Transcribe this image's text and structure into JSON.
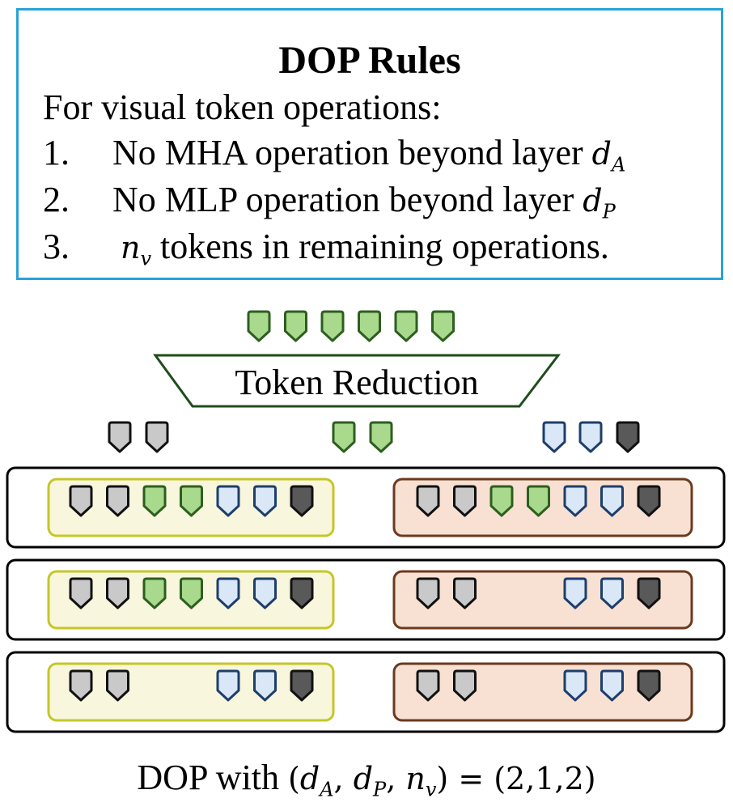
{
  "rules": {
    "title": "DOP Rules",
    "intro": "For visual token operations:",
    "items": [
      {
        "num": "1.",
        "text": "No MHA operation beyond layer ",
        "var": "d",
        "sub": "A",
        "suffix": ""
      },
      {
        "num": "2.",
        "text": "No MLP operation beyond layer ",
        "var": "d",
        "sub": "P",
        "suffix": ""
      },
      {
        "num": "3.",
        "text": "",
        "var": "n",
        "sub": "v",
        "suffix": " tokens in remaining operations."
      }
    ]
  },
  "reduction_label": "Token Reduction",
  "colors": {
    "box_border": "#29a3d6",
    "green_fill": "#a9d98c",
    "green_stroke": "#2e5e1f",
    "gray_fill": "#c9c9c9",
    "gray_stroke": "#111111",
    "blue_fill": "#d9e7f6",
    "blue_stroke": "#1e3e6b",
    "dark_fill": "#595959",
    "dark_stroke": "#111111",
    "mha_fill": "#f8f6dc",
    "mha_stroke": "#c6c62a",
    "mlp_fill": "#f8e1d2",
    "mlp_stroke": "#6b3a1e"
  },
  "layers": [
    {
      "mha": [
        "gray",
        "gray",
        "green",
        "green",
        "blue",
        "blue",
        "dark"
      ],
      "mlp": [
        "gray",
        "gray",
        "green",
        "green",
        "blue",
        "blue",
        "dark"
      ]
    },
    {
      "mha": [
        "gray",
        "gray",
        "green",
        "green",
        "blue",
        "blue",
        "dark"
      ],
      "mlp": [
        "gray",
        "gray",
        null,
        null,
        "blue",
        "blue",
        "dark"
      ]
    },
    {
      "mha": [
        "gray",
        "gray",
        null,
        null,
        "blue",
        "blue",
        "dark"
      ],
      "mlp": [
        "gray",
        "gray",
        null,
        null,
        "blue",
        "blue",
        "dark"
      ]
    }
  ],
  "caption": {
    "prefix": "DOP with ",
    "lhs": "(d_A, d_P, n_v)",
    "rhs": " = (2,1,2)"
  }
}
